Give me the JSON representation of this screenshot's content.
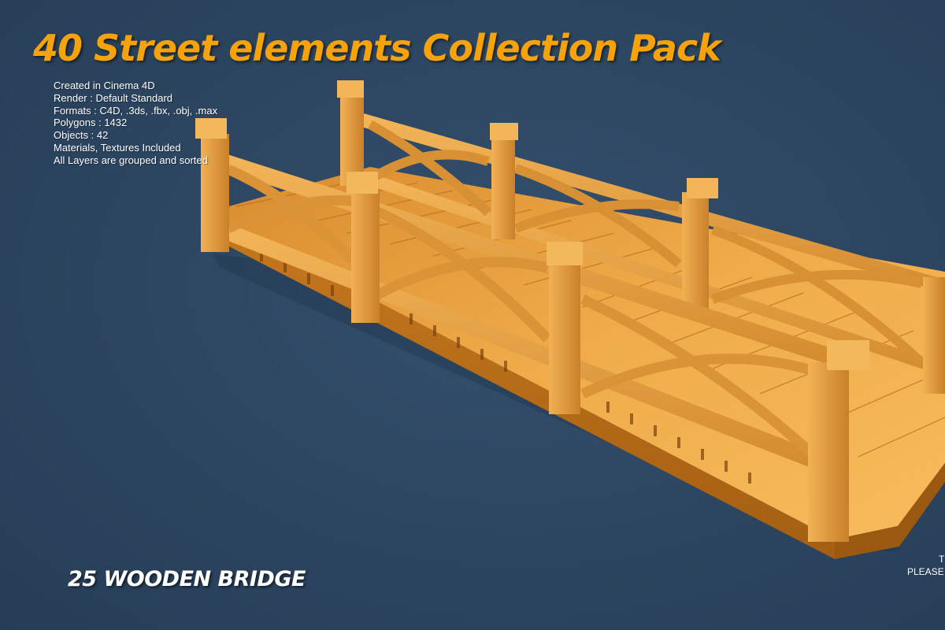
{
  "title": "40 Street elements Collection Pack",
  "info_lines": [
    "Created in Cinema 4D",
    "Render : Default Standard",
    "Formats : C4D, .3ds, .fbx, .obj, .max",
    "Polygons : 1432",
    "Objects : 42",
    "Materials, Textures Included",
    "All Layers are grouped and sorted"
  ],
  "item_label": "25 WOODEN BRIDGE",
  "corner_text": [
    "T",
    "PLEASE I"
  ],
  "colors": {
    "title": "#f5a20b",
    "background": "#2c4560",
    "wood": "#e8a040"
  }
}
